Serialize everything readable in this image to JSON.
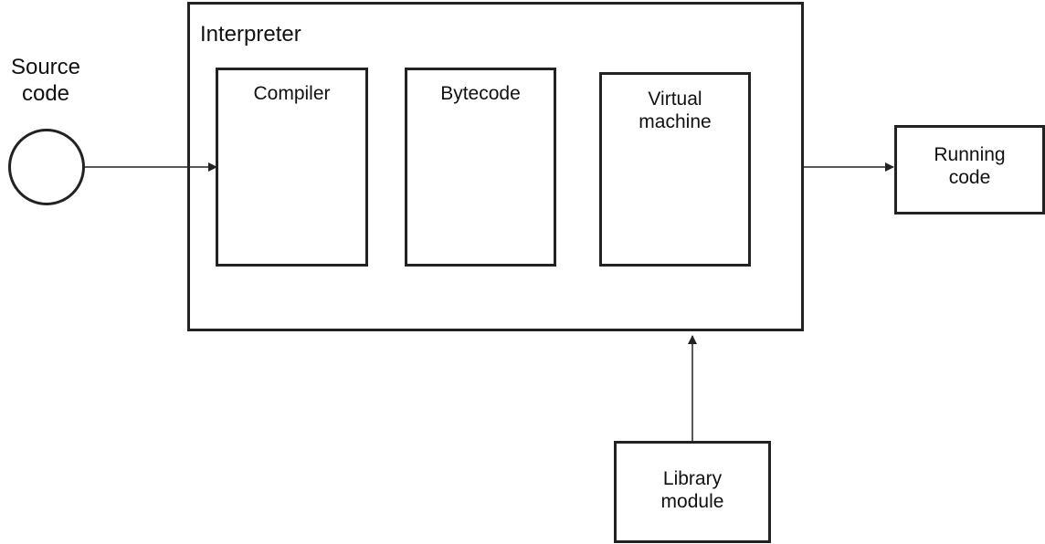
{
  "source": {
    "label": "Source\ncode"
  },
  "interpreter": {
    "title": "Interpreter",
    "components": {
      "compiler": "Compiler",
      "bytecode": "Bytecode",
      "virtual_machine": "Virtual\nmachine"
    }
  },
  "output": {
    "label": "Running\ncode"
  },
  "library": {
    "label": "Library\nmodule"
  },
  "colors": {
    "stroke": "#222222",
    "background": "#ffffff"
  }
}
